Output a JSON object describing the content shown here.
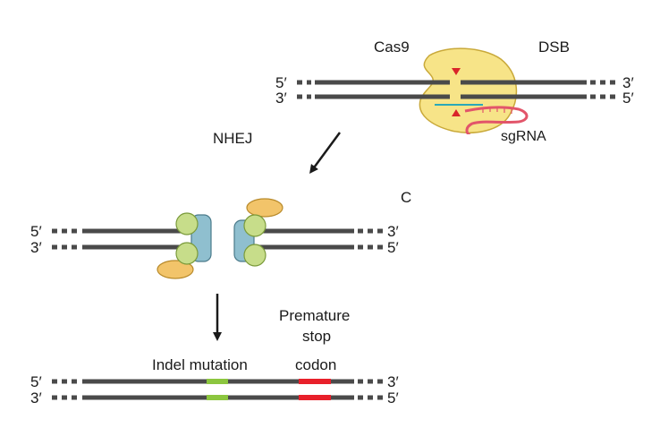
{
  "top": {
    "cas9_label": "Cas9",
    "dsb_label": "DSB",
    "sgrna_label": "sgRNA",
    "left_top_end": "5′",
    "left_bottom_end": "3′",
    "right_top_end": "3′",
    "right_bottom_end": "5′"
  },
  "nhej": {
    "pathway_label": "NHEJ",
    "left_top_end": "5′",
    "left_bottom_end": "3′",
    "right_top_end": "3′",
    "right_bottom_end": "5′",
    "partial_label": "C"
  },
  "result": {
    "indel_label": "Indel mutation",
    "stop_label_1": "Premature",
    "stop_label_2": "stop",
    "stop_label_3": "codon",
    "left_top_end": "5′",
    "left_bottom_end": "3′",
    "right_top_end": "3′",
    "right_bottom_end": "5′"
  },
  "colors": {
    "dna": "#4a4a4a",
    "cas9": "#f7e488",
    "ku_green": "#c7dd8a",
    "ku_blue": "#8fbfcf",
    "ku_orange": "#f2c46a",
    "indel": "#8cc63f",
    "stop": "#e8202a",
    "cut_marker": "#d9242a",
    "sgrna": "#e2556a",
    "guide_line": "#2aa8b8"
  }
}
